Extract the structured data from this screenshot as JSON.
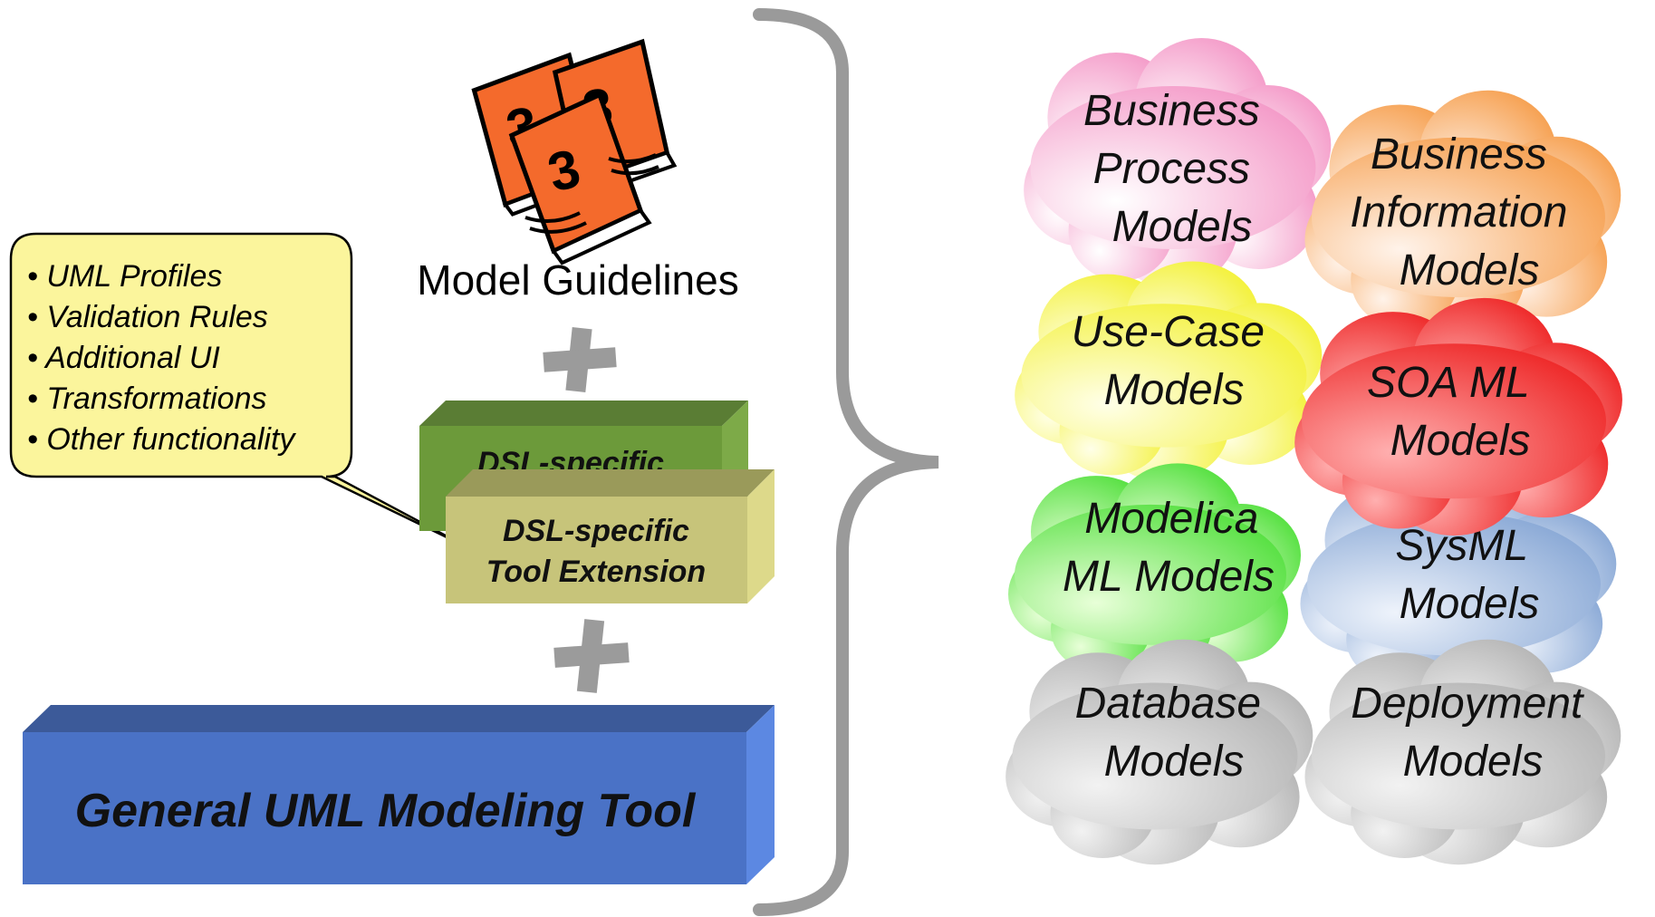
{
  "guidelines": {
    "label": "Model Guidelines"
  },
  "callout": {
    "items": [
      "UML Profiles",
      "Validation Rules",
      "Additional UI",
      "Transformations",
      "Other functionality"
    ]
  },
  "dsl_back": {
    "label": "DSL-specific"
  },
  "dsl_front": {
    "line1": "DSL-specific",
    "line2": "Tool Extension"
  },
  "base_tool": {
    "label": "General UML Modeling Tool"
  },
  "plus_symbols": [
    "+",
    "+"
  ],
  "model_clouds": [
    {
      "id": "business-process",
      "lines": [
        "Business",
        "Process",
        "Models"
      ],
      "color": "#f9a8cc"
    },
    {
      "id": "business-information",
      "lines": [
        "Business",
        "Information",
        "Models"
      ],
      "color": "#f8a864"
    },
    {
      "id": "use-case",
      "lines": [
        "Use-Case",
        "Models"
      ],
      "color": "#f6f54a"
    },
    {
      "id": "soa-ml",
      "lines": [
        "SOA ML",
        "Models"
      ],
      "color": "#f23c3c"
    },
    {
      "id": "modelica-ml",
      "lines": [
        "Modelica",
        "ML Models"
      ],
      "color": "#6ee858"
    },
    {
      "id": "sysml",
      "lines": [
        "SysML",
        "Models"
      ],
      "color": "#97b4dc"
    },
    {
      "id": "database",
      "lines": [
        "Database",
        "Models"
      ],
      "color": "#bdbdbd"
    },
    {
      "id": "deployment",
      "lines": [
        "Deployment",
        "Models"
      ],
      "color": "#bdbdbd"
    }
  ],
  "colors": {
    "callout_fill": "#fbf59c",
    "dsl_back_front": "#6c9a3a",
    "dsl_front_face": "#c7c47a",
    "tool_front": "#4a72c6",
    "brace": "#9a9a9a",
    "book": "#f46a2c"
  }
}
